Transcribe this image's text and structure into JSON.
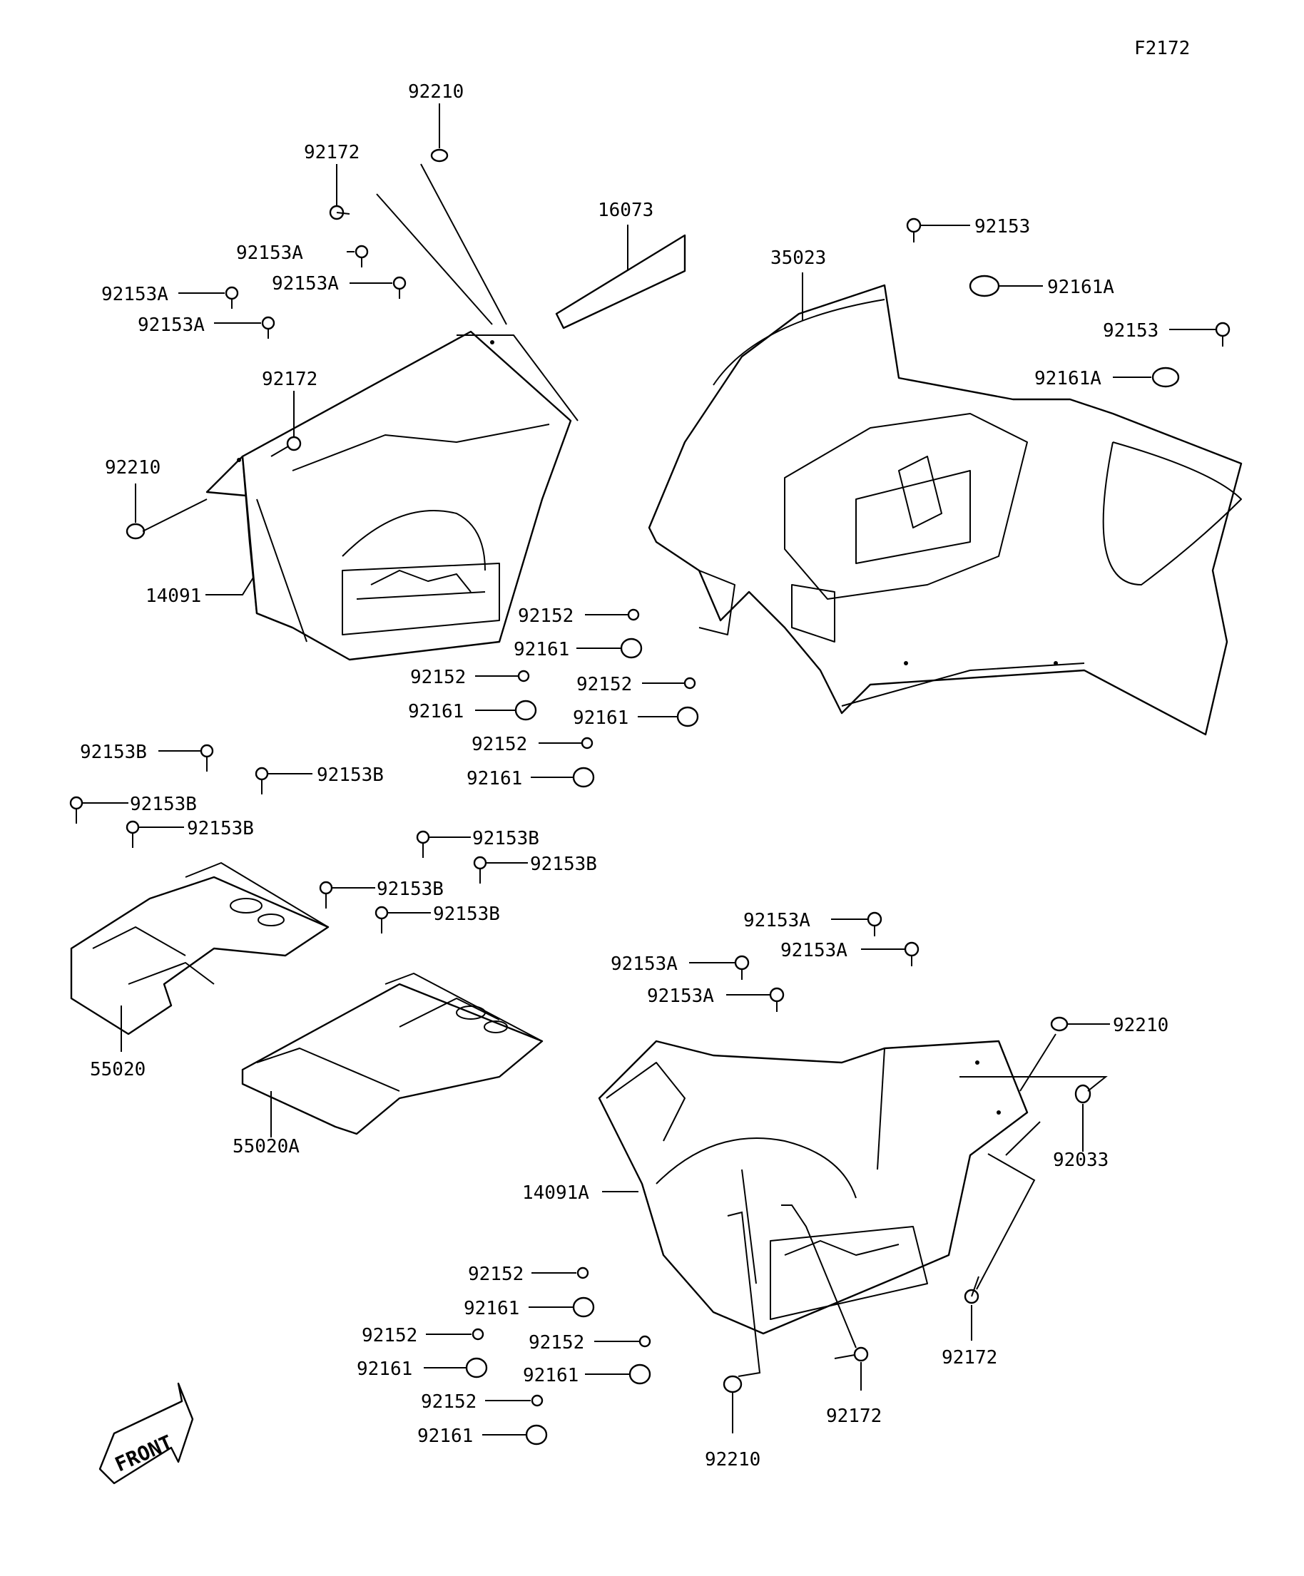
{
  "diagram_id": "F2172",
  "front_label": "FRONT",
  "parts": {
    "left_fender": "14091",
    "right_fender": "14091A",
    "rear_fender": "35023",
    "cover": "16073",
    "front_carrier": "55020",
    "rear_carrier": "55020A"
  },
  "callouts": [
    "92210",
    "92172",
    "92153A",
    "92153A",
    "92153A",
    "92153A",
    "92172",
    "92210",
    "14091",
    "16073",
    "35023",
    "92153",
    "92161A",
    "92153",
    "92161A",
    "92152",
    "92161",
    "92152",
    "92161",
    "92152",
    "92161",
    "92152",
    "92161",
    "92153B",
    "92153B",
    "92153B",
    "92153B",
    "92153B",
    "92153B",
    "92153B",
    "92153B",
    "55020",
    "55020A",
    "92153A",
    "92153A",
    "92153A",
    "92153A",
    "92210",
    "92033",
    "14091A",
    "92152",
    "92161",
    "92152",
    "92161",
    "92152",
    "92161",
    "92152",
    "92161",
    "92172",
    "92172",
    "92210"
  ]
}
